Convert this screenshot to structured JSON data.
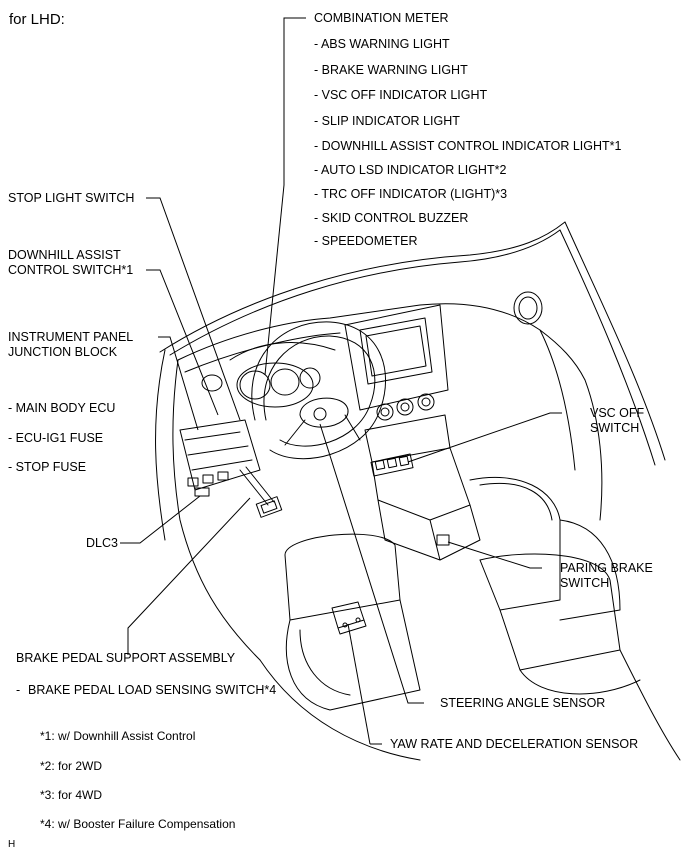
{
  "header": "for LHD:",
  "labels": {
    "combination_meter": "COMBINATION METER",
    "meter_items": [
      "- ABS WARNING LIGHT",
      "- BRAKE WARNING LIGHT",
      "- VSC OFF INDICATOR LIGHT",
      "- SLIP INDICATOR LIGHT",
      "- DOWNHILL ASSIST CONTROL INDICATOR LIGHT*1",
      "- AUTO LSD INDICATOR LIGHT*2",
      "- TRC OFF INDICATOR (LIGHT)*3",
      "- SKID CONTROL BUZZER",
      "- SPEEDOMETER"
    ],
    "stop_light_switch": "STOP LIGHT SWITCH",
    "downhill_switch_line1": "DOWNHILL ASSIST",
    "downhill_switch_line2": "CONTROL SWITCH*1",
    "ip_jb_line1": "INSTRUMENT PANEL",
    "ip_jb_line2": "JUNCTION BLOCK",
    "jb_items": [
      "- MAIN BODY ECU",
      "- ECU-IG1 FUSE",
      "- STOP FUSE"
    ],
    "dlc3": "DLC3",
    "brake_pedal_support": "BRAKE PEDAL SUPPORT ASSEMBLY",
    "brake_pedal_load": "BRAKE PEDAL LOAD SENSING SWITCH*4",
    "vsc_off_line1": "VSC OFF",
    "vsc_off_line2": "SWITCH",
    "parking_brake_line1": "PARING BRAKE",
    "parking_brake_line2": "SWITCH",
    "steering_angle": "STEERING ANGLE SENSOR",
    "yaw_rate": "YAW RATE AND DECELERATION SENSOR"
  },
  "notes": [
    "*1: w/ Downhill Assist Control",
    "*2: for 2WD",
    "*3: for 4WD",
    "*4: w/ Booster Failure Compensation"
  ],
  "figure_code": "H"
}
